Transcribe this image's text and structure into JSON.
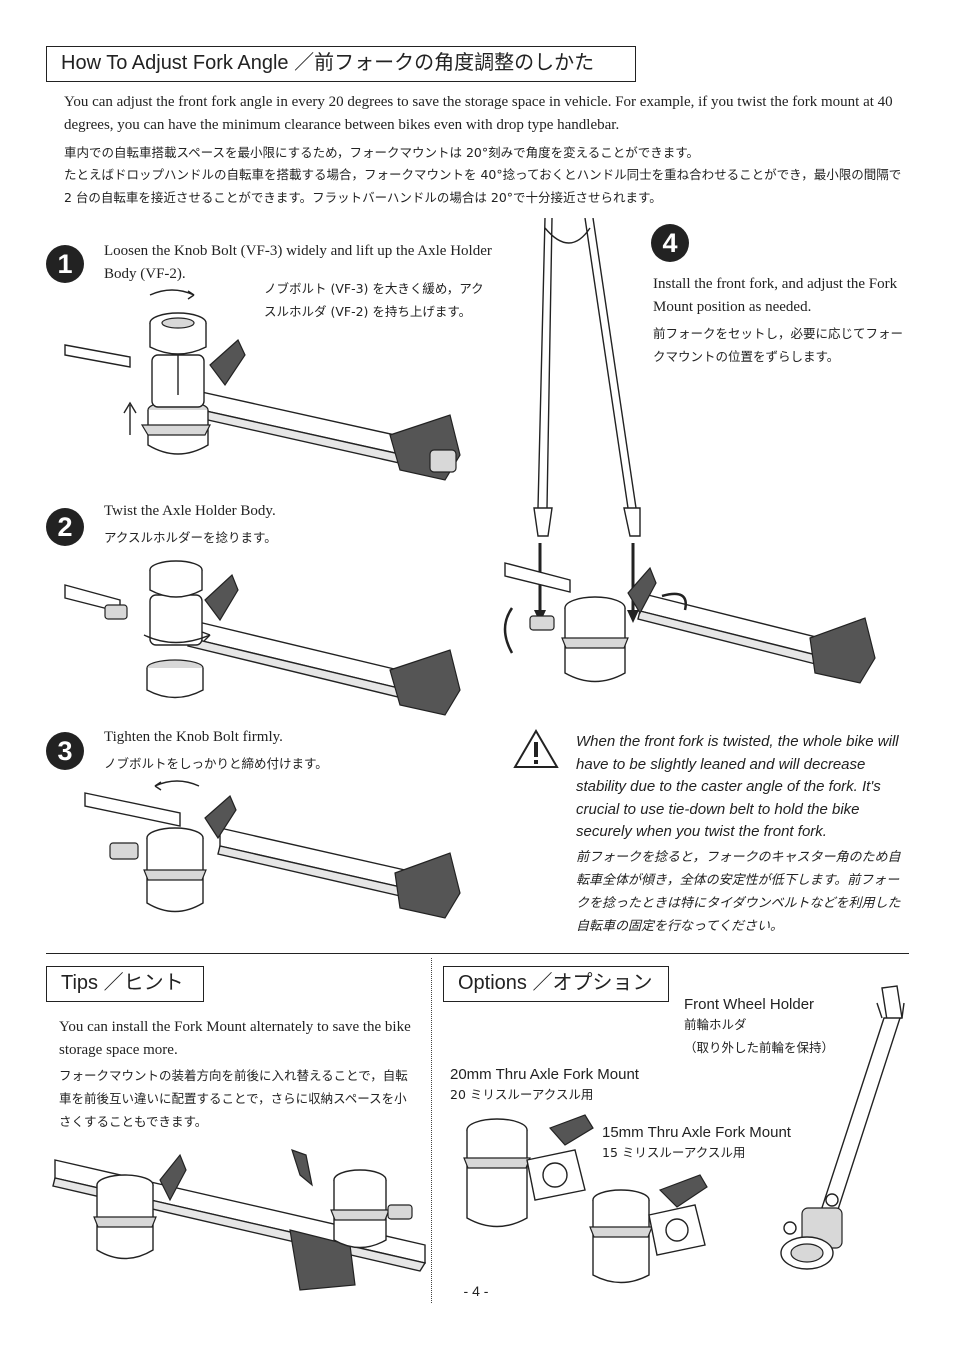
{
  "section1": {
    "title": "How To Adjust Fork Angle ／前フォークの角度調整のしかた",
    "intro_en": "You can adjust the front fork angle in every 20 degrees to save the storage space in vehicle. For example, if you twist the fork mount at 40 degrees, you can have the minimum clearance between bikes even with drop type handlebar.",
    "intro_jp_1": "車内での自転車搭載スペースを最小限にするため，フォークマウントは 20°刻みで角度を変えることができます。",
    "intro_jp_2": "たとえばドロップハンドルの自転車を搭載する場合，フォークマウントを 40°捻っておくとハンドル同士を重ね合わせることができ，最小限の間隔で 2 台の自転車を接近させることができます。フラットバーハンドルの場合は 20°で十分接近させられます。"
  },
  "steps": [
    {
      "num": "1",
      "en": "Loosen the Knob Bolt (VF-3) widely and lift up the Axle Holder Body (VF-2).",
      "jp": "ノブボルト (VF-3) を大きく緩め，アクスルホルダ (VF-2) を持ち上げます。"
    },
    {
      "num": "2",
      "en": "Twist the Axle Holder Body.",
      "jp": "アクスルホルダーを捻ります。"
    },
    {
      "num": "3",
      "en": "Tighten the Knob Bolt firmly.",
      "jp": "ノブボルトをしっかりと締め付けます。"
    },
    {
      "num": "4",
      "en": "Install the front fork, and adjust the Fork Mount position as needed.",
      "jp": "前フォークをセットし，必要に応じてフォークマウントの位置をずらします。"
    }
  ],
  "warning": {
    "en": "When the front fork is twisted, the whole bike will have to be slightly leaned and will decrease stability due to the caster angle of the fork. It's crucial to use tie-down belt to hold the bike securely when you twist the front fork.",
    "jp": "前フォークを捻ると，フォークのキャスター角のため自転車全体が傾き，全体の安定性が低下します。前フォークを捻ったときは特にタイダウンベルトなどを利用した自転車の固定を行なってください。"
  },
  "tips": {
    "title": "Tips ／ヒント",
    "en": "You can install the Fork Mount alternately to save the bike storage space more.",
    "jp": "フォークマウントの装着方向を前後に入れ替えることで，自転車を前後互い違いに配置することで，さらに収納スペースを小さくすることもできます。"
  },
  "options": {
    "title": "Options ／オプション",
    "front_wheel_en": "Front Wheel Holder",
    "front_wheel_jp_1": "前輪ホルダ",
    "front_wheel_jp_2": "（取り外した前輪を保持）",
    "thru20_en": "20mm Thru Axle Fork Mount",
    "thru20_jp": "20 ミリスルーアクスル用",
    "thru15_en": "15mm Thru Axle Fork Mount",
    "thru15_jp": "15 ミリスルーアクスル用"
  },
  "page_number": "- 4 -"
}
